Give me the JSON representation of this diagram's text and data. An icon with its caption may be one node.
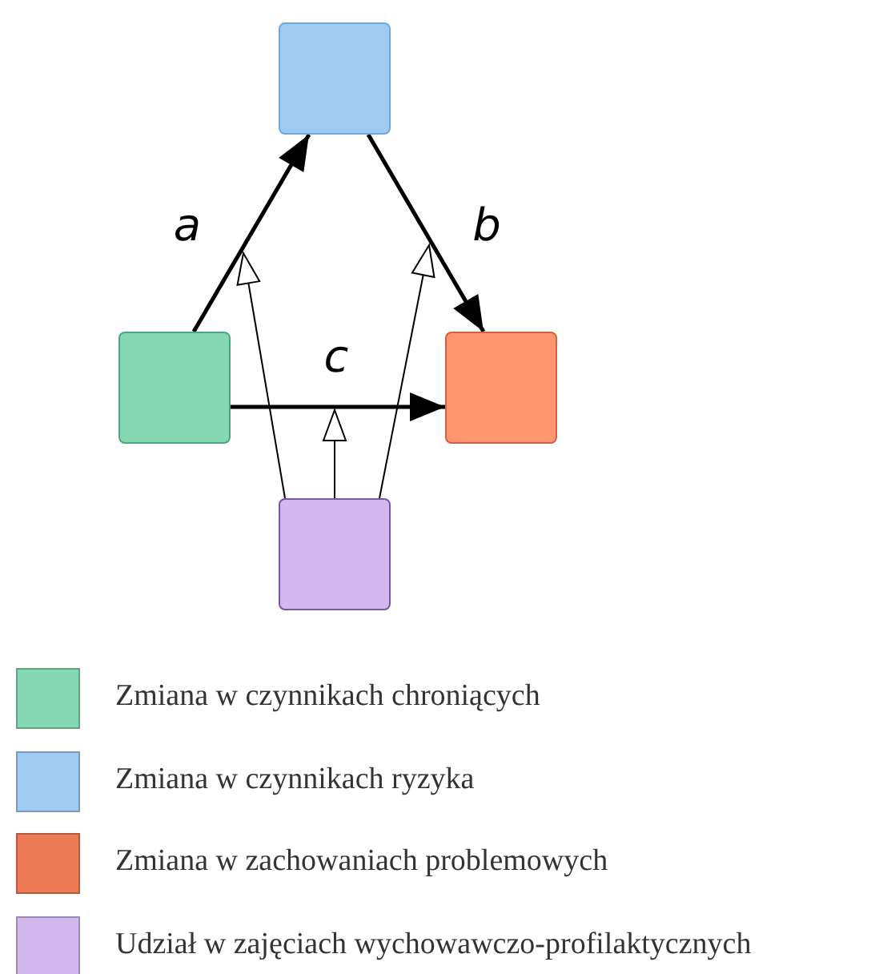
{
  "diagram": {
    "nodes": [
      {
        "text": [],
        "shape": "box"
      },
      {
        "text": [],
        "shape": "box"
      },
      {
        "text": [],
        "shape": "box"
      },
      {
        "text": [],
        "shape": "box"
      }
    ],
    "edges": [
      {
        "from": 1,
        "to": 0,
        "arrow": "to",
        "label": "a",
        "style": "thick"
      },
      {
        "from": 0,
        "to": 2,
        "arrow": "to",
        "label": "b",
        "style": "thick"
      },
      {
        "from": 1,
        "to": 2,
        "arrow": "to",
        "label": "c",
        "style": "thick"
      },
      {
        "from": 3,
        "to": null,
        "arrow": "to"
      },
      {
        "from": 3,
        "to": null,
        "arrow": "to"
      },
      {
        "from": 3,
        "to": null,
        "arrow": "to"
      }
    ],
    "legend": [
      {
        "text": "Zmiana w czynnikach chroniących",
        "color": "#86d7b3"
      },
      {
        "text": "Zmiana w czynnikach ryzyka",
        "color": "#9fcbf3"
      },
      {
        "text": "Zmiana w zachowaniach problemowych",
        "color": "#ec7a55"
      },
      {
        "text": "Udział w zajęciach wychowawczo-profilaktycznych",
        "color": "#d1b9ee"
      }
    ]
  }
}
